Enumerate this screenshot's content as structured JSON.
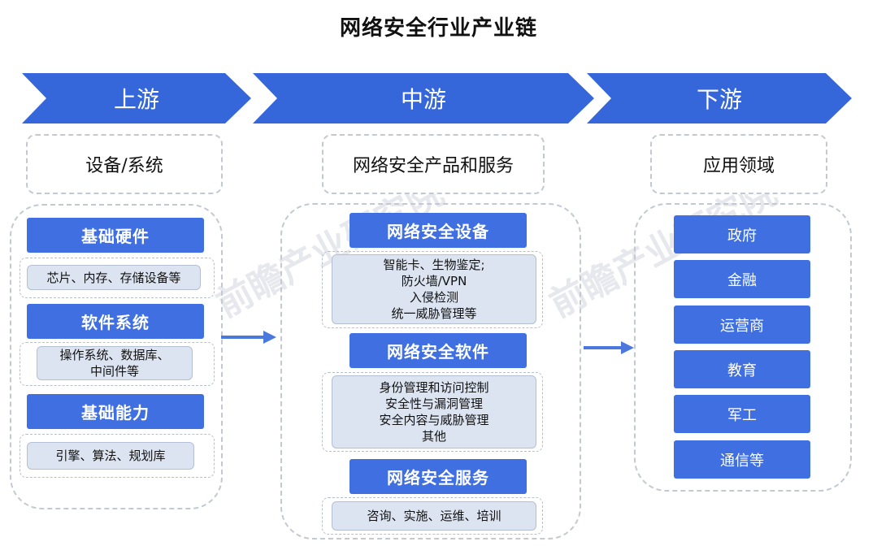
{
  "title": "网络安全行业产业链",
  "stages": {
    "upstream": {
      "label": "上游",
      "category": "设备/系统",
      "sections": [
        {
          "header": "基础硬件",
          "items": [
            "芯片、内存、存储设备等"
          ]
        },
        {
          "header": "软件系统",
          "items": [
            "操作系统、数据库、",
            "中间件等"
          ]
        },
        {
          "header": "基础能力",
          "items": [
            "引擎、算法、规划库"
          ]
        }
      ]
    },
    "midstream": {
      "label": "中游",
      "category": "网络安全产品和服务",
      "sections": [
        {
          "header": "网络安全设备",
          "items": [
            "智能卡、生物鉴定;",
            "防火墙/VPN",
            "入侵检测",
            "统一威胁管理等"
          ]
        },
        {
          "header": "网络安全软件",
          "items": [
            "身份管理和访问控制",
            "安全性与漏洞管理",
            "安全内容与威胁管理",
            "其他"
          ]
        },
        {
          "header": "网络安全服务",
          "items": [
            "咨询、实施、运维、培训"
          ]
        }
      ]
    },
    "downstream": {
      "label": "下游",
      "category": "应用领域",
      "items": [
        "政府",
        "金融",
        "运营商",
        "教育",
        "军工",
        "通信等"
      ]
    }
  },
  "colors": {
    "primary_blue": "#3f6fe0",
    "light_box": "#dde4f1",
    "dashed_border": "#c3c9d3",
    "arrow": "#4a78dc"
  }
}
